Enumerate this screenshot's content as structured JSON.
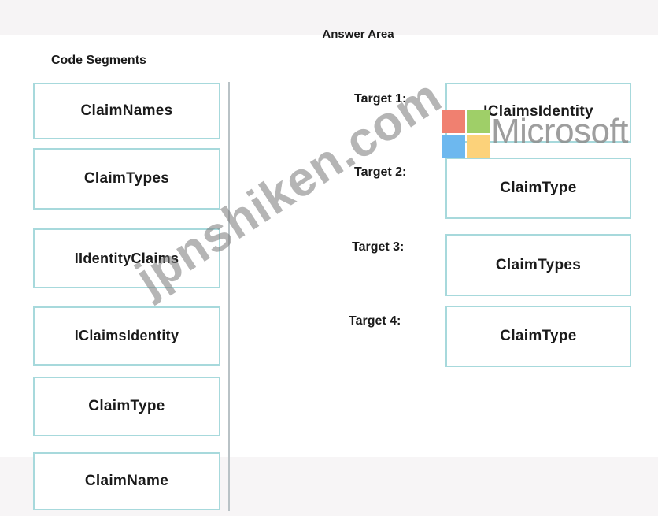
{
  "answer_area_title": "Answer Area",
  "code_segments": {
    "title": "Code Segments",
    "items": [
      "ClaimNames",
      "ClaimTypes",
      "IIdentityClaims",
      "IClaimsIdentity",
      "ClaimType",
      "ClaimName"
    ]
  },
  "targets": [
    {
      "label": "Target 1:",
      "value": "IClaimsIdentity"
    },
    {
      "label": "Target 2:",
      "value": "ClaimType"
    },
    {
      "label": "Target 3:",
      "value": "ClaimTypes"
    },
    {
      "label": "Target 4:",
      "value": "ClaimType"
    }
  ],
  "overlay": {
    "brand_word": "Microsoft",
    "watermark": "jpnshiken.com",
    "logo_colors": [
      "#f08070",
      "#9fcf68",
      "#6db8ef",
      "#fcd27a"
    ],
    "box_border_color": "#a7d9dc"
  }
}
